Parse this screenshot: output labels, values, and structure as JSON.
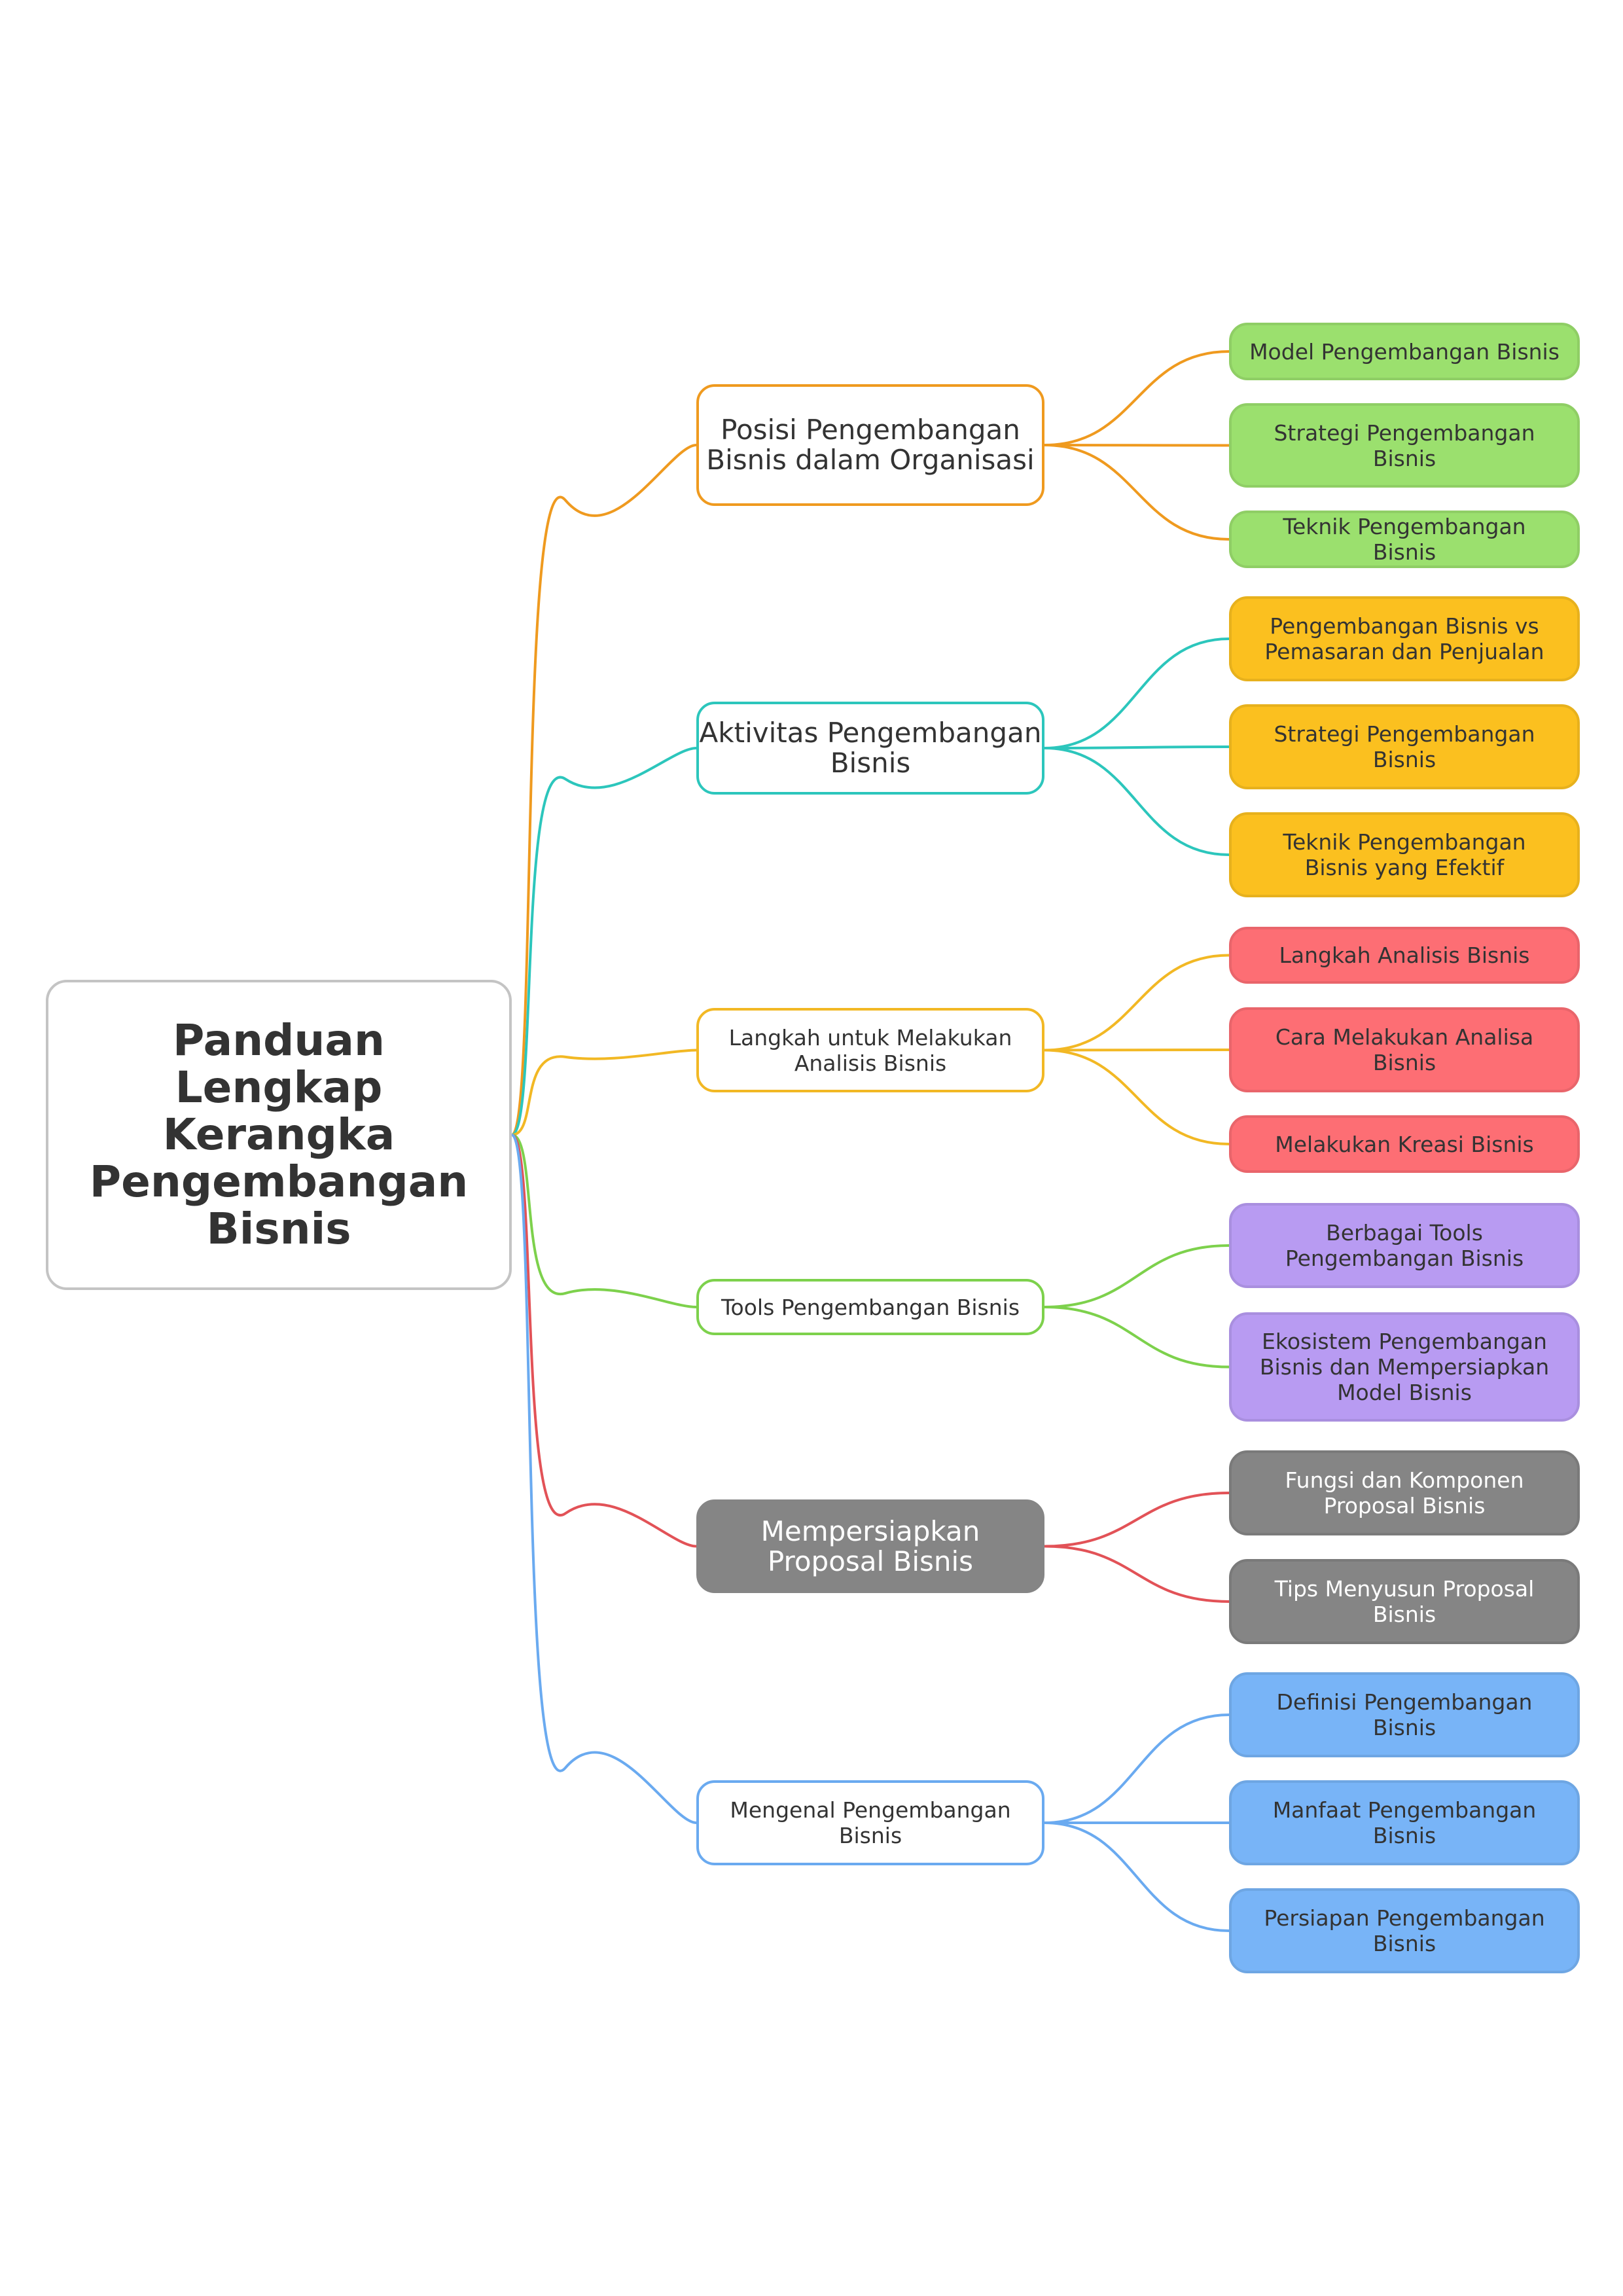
{
  "root": {
    "label": "Panduan Lengkap Kerangka Pengembangan Bisnis"
  },
  "branches": [
    {
      "label": "Posisi Pengembangan Bisnis dalam Organisasi",
      "color": "#ef9a1f",
      "leaf_color": "#9be06e",
      "leaves": [
        "Model Pengembangan Bisnis",
        "Strategi Pengembangan Bisnis",
        "Teknik Pengembangan Bisnis"
      ]
    },
    {
      "label": "Aktivitas Pengembangan Bisnis",
      "color": "#2cc6bc",
      "leaf_color": "#fbc01f",
      "leaves": [
        "Pengembangan Bisnis vs Pemasaran dan Penjualan",
        "Strategi Pengembangan Bisnis",
        "Teknik Pengembangan Bisnis yang Efektif"
      ]
    },
    {
      "label": "Langkah untuk Melakukan Analisis Bisnis",
      "color": "#f2b824",
      "leaf_color": "#fd6e74",
      "leaves": [
        "Langkah Analisis Bisnis",
        "Cara Melakukan Analisa Bisnis",
        "Melakukan Kreasi Bisnis"
      ]
    },
    {
      "label": "Tools Pengembangan Bisnis",
      "color": "#7dd14c",
      "leaf_color": "#b89bf2",
      "leaves": [
        "Berbagai Tools Pengembangan Bisnis",
        "Ekosistem Pengembangan Bisnis dan Mempersiapkan Model Bisnis"
      ]
    },
    {
      "label": "Mempersiapkan Proposal Bisnis",
      "color": "#e25257",
      "leaf_color": "#858585",
      "leaves": [
        "Fungsi dan Komponen Proposal Bisnis",
        "Tips Menyusun Proposal Bisnis"
      ]
    },
    {
      "label": "Mengenal Pengembangan Bisnis",
      "color": "#6aaaf0",
      "leaf_color": "#78b4f7",
      "leaves": [
        "Definisi Pengembangan Bisnis",
        "Manfaat Pengembangan Bisnis",
        "Persiapan Pengembangan Bisnis"
      ]
    }
  ]
}
